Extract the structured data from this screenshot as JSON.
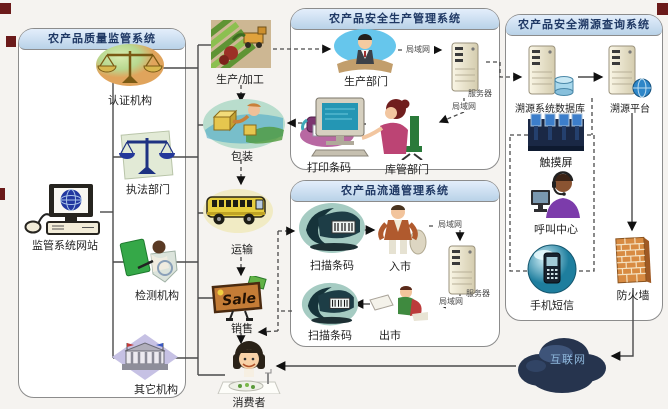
{
  "titles": {
    "supervision_system": "农产品质量监管系统",
    "production_system": "农产品安全生产管理系统",
    "circulation_system": "农产品流通管理系统",
    "trace_system": "农产品安全溯源查询系统"
  },
  "nodes": {
    "certification": "认证机构",
    "law_enforcement": "执法部门",
    "supervision_website": "监管系统网站",
    "testing": "检测机构",
    "other": "其它机构",
    "production_processing": "生产/加工",
    "packaging": "包装",
    "transport": "运输",
    "sales": "销售",
    "consumer": "消费者",
    "production_dept": "生产部门",
    "print_barcode": "打印条码",
    "warehouse_dept": "库管部门",
    "scan_barcode_in": "扫描条码",
    "enter_market": "入市",
    "scan_barcode_out": "扫描条码",
    "exit_market": "出市",
    "trace_database": "溯源系统数据库",
    "trace_platform": "溯源平台",
    "touch_screen": "触摸屏",
    "call_center": "呼叫中心",
    "sms": "手机短信",
    "firewall": "防火墙",
    "internet": "互联网",
    "sale_sign": "Sale"
  },
  "edge_labels": {
    "lan": "局域网",
    "server": "服务器"
  },
  "colors": {
    "header_bg": "#c5d9ec",
    "header_text": "#1f3864",
    "box_border": "#8c8c8c",
    "line": "#4a4a4a",
    "cloud": "#26344e",
    "firewall_brick": "#d88b42",
    "stage_bg": "#f5f3f0"
  }
}
